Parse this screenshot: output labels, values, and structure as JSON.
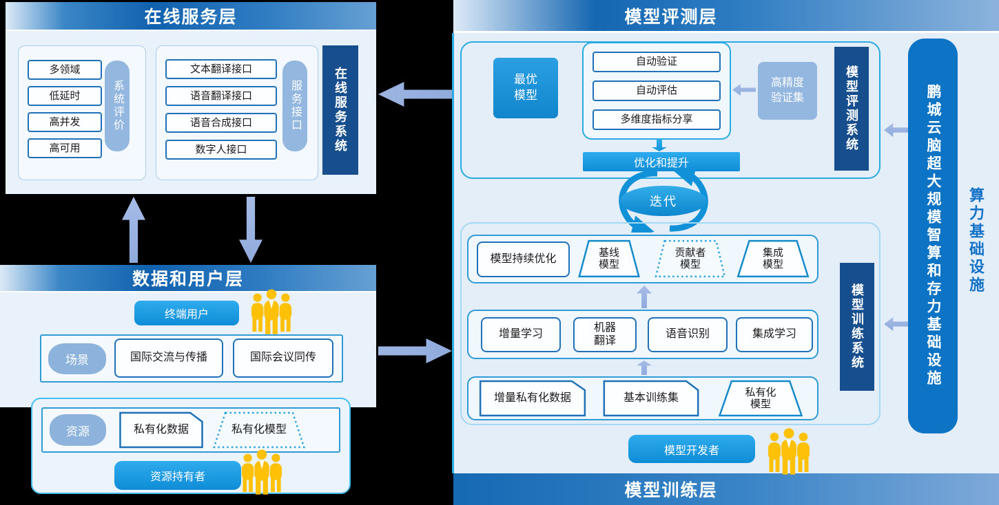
{
  "online_service": {
    "title": "在线服务层",
    "features": [
      "多领域",
      "低延时",
      "高并发",
      "高可用"
    ],
    "feature_group_label": "系统评价",
    "interfaces": [
      "文本翻译接口",
      "语音翻译接口",
      "语音合成接口",
      "数字人接口"
    ],
    "interface_group_label": "服务接口",
    "system_bar": "在线服务系统"
  },
  "model_evaluation": {
    "title": "模型评测层",
    "best_model": "最优模型",
    "steps": [
      "自动验证",
      "自动评估",
      "多维度指标分享"
    ],
    "validation_set": "高精度验证集",
    "optimize_bar": "优化和提升",
    "iteration": "迭代",
    "system_bar": "模型评测系统"
  },
  "data_user": {
    "title": "数据和用户层",
    "end_user": "终端用户",
    "scene_group_label": "场景",
    "scenes": [
      "国际交流与传播",
      "国际会议同传"
    ],
    "resource_group_label": "资源",
    "private_data": "私有化数据",
    "private_model": "私有化模型",
    "resource_holder": "资源持有者"
  },
  "model_training": {
    "title": "模型训练层",
    "row1": [
      "模型持续优化",
      "基线模型",
      "贡献者模型",
      "集成模型"
    ],
    "row2": [
      "增量学习",
      "机器翻译",
      "语音识别",
      "集成学习"
    ],
    "row3": [
      "增量私有化数据",
      "基本训练集",
      "私有化模型"
    ],
    "developer": "模型开发者",
    "system_bar": "模型训练系统"
  },
  "infrastructure": {
    "platform_bar": "鹏城云脑超大规模智算和存力基础设施",
    "label": "算力基础设施"
  }
}
